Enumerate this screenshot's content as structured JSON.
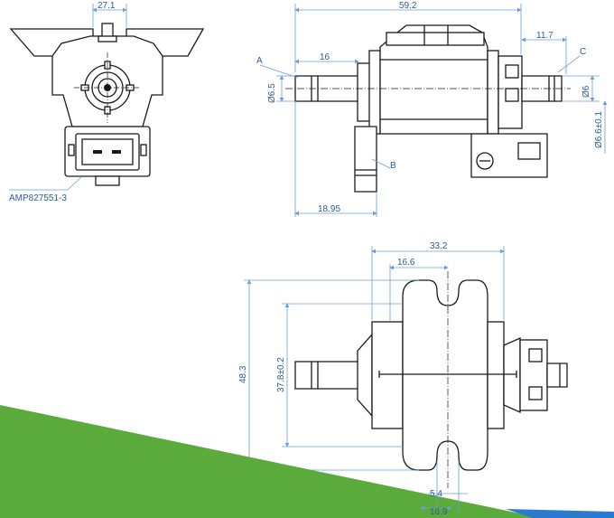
{
  "dims": {
    "front_width": "27.1",
    "side_length": "59.2",
    "port_offset": "16",
    "outlet_length": "11.7",
    "diameter_a": "Ø6.5",
    "diameter_c": "Ø6",
    "diameter_tol": "Ø6.6±0.1",
    "port_b_offset": "18.95",
    "top_width": "33.2",
    "top_inner_width": "16.6",
    "height_overall": "48.3",
    "height_inner": "37.8±0.2",
    "slot_width": "5.4",
    "slot_span": "16.9"
  },
  "callouts": {
    "connector": "AMP827551-3",
    "port_a": "A",
    "port_b": "B",
    "port_c": "C"
  },
  "colors": {
    "dimension": "#2a5a9a",
    "band_green": "#5aaa3c",
    "band_blue": "#2a7ad0",
    "outline": "#1a1a1a"
  }
}
